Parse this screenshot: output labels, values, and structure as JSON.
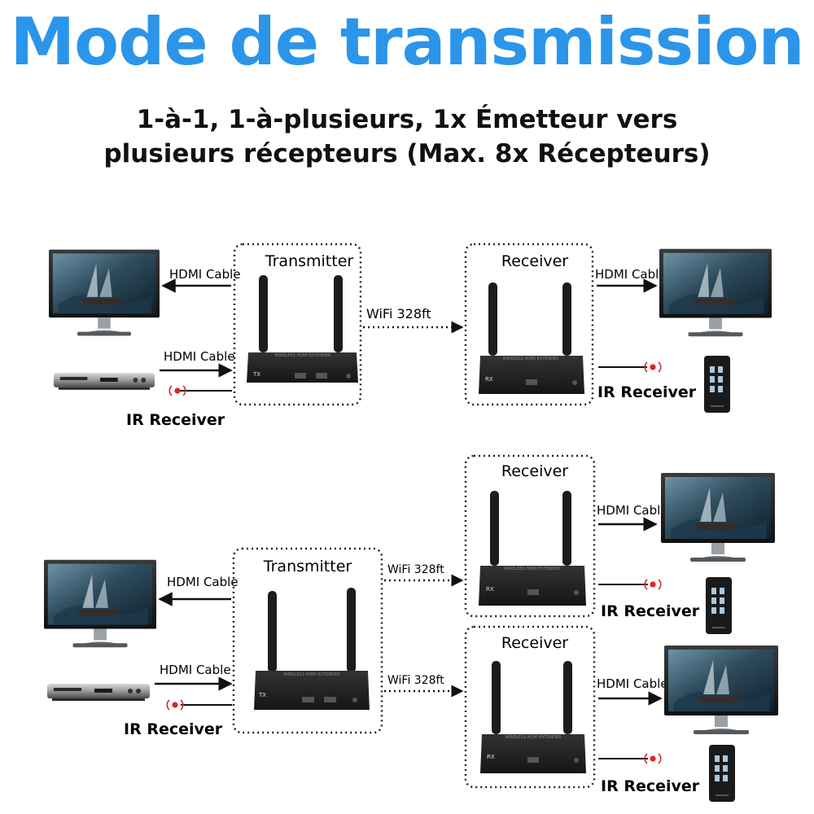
{
  "header": {
    "title": "Mode de transmission",
    "title_color": "#2b95ea",
    "subtitle_line1": "1-à-1, 1-à-plusieurs, 1x Émetteur vers",
    "subtitle_line2": "plusieurs récepteurs (Max. 8x Récepteurs)"
  },
  "diagram1": {
    "transmitter_label": "Transmitter",
    "receiver_label": "Receiver",
    "hdmi_out_label": "HDMI Cable",
    "hdmi_in_label": "HDMI Cable",
    "ir_receiver_tx": "IR Receiver",
    "wifi_label": "WiFi 328ft",
    "hdmi_rx_label": "HDMI Cable",
    "ir_receiver_rx": "IR Receiver"
  },
  "diagram2": {
    "transmitter_label": "Transmitter",
    "receiver1_label": "Receiver",
    "receiver2_label": "Receiver",
    "hdmi_out_label": "HDMI Cable",
    "hdmi_in_label": "HDMI Cable",
    "ir_receiver_tx": "IR Receiver",
    "wifi1_label": "WiFi 328ft",
    "wifi2_label": "WiFi 328ft",
    "hdmi_rx1_label": "HDMI Cable",
    "ir_receiver_rx1": "IR Receiver",
    "hdmi_rx2_label": "HDMI Cable",
    "ir_receiver_rx2": "IR Receiver"
  },
  "device_labels": {
    "tx_badge": "TX",
    "rx_badge": "RX",
    "panel_text": "WIRELESS HDMI EXTENDER"
  },
  "colors": {
    "ir_red": "#d9262b",
    "device_black": "#1c1c1c"
  }
}
